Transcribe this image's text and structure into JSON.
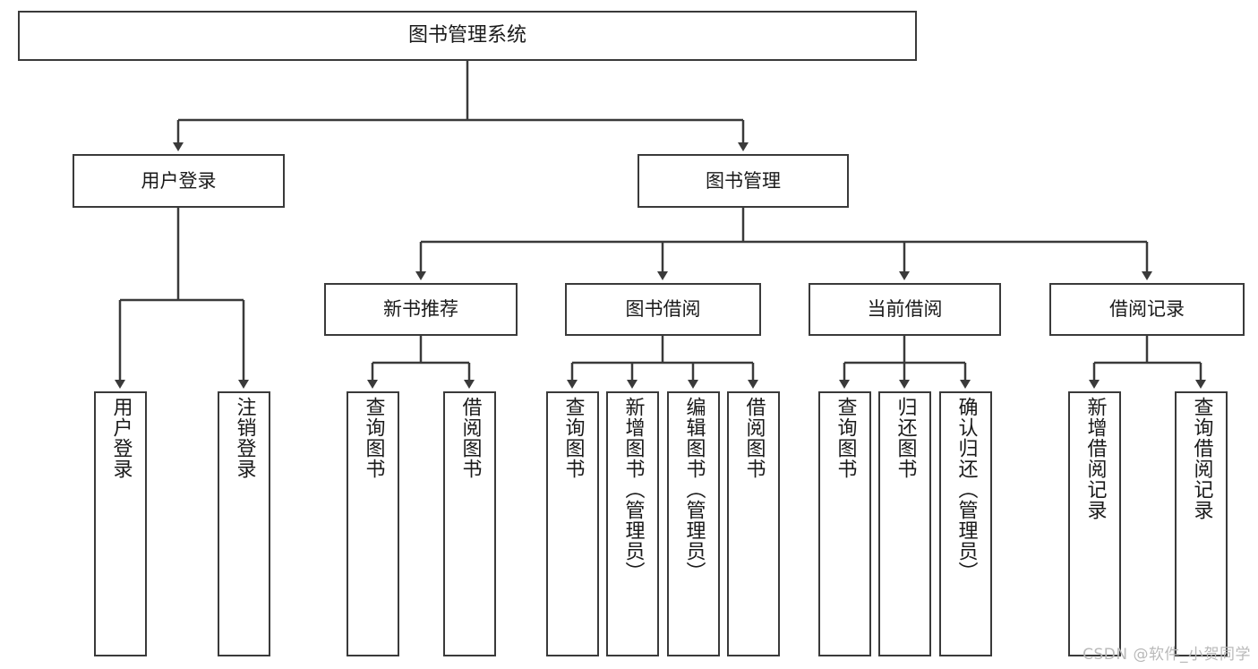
{
  "diagram": {
    "type": "tree-hierarchy",
    "title": "图书管理系统",
    "root": {
      "label": "图书管理系统"
    },
    "level2": [
      {
        "label": "用户登录"
      },
      {
        "label": "图书管理"
      }
    ],
    "level3": [
      {
        "label": "新书推荐"
      },
      {
        "label": "图书借阅"
      },
      {
        "label": "当前借阅"
      },
      {
        "label": "借阅记录"
      }
    ],
    "leaves": [
      {
        "label": "用户登录"
      },
      {
        "label": "注销登录"
      },
      {
        "label": "查询图书"
      },
      {
        "label": "借阅图书"
      },
      {
        "label": "查询图书"
      },
      {
        "label": "新增图书（管理员）"
      },
      {
        "label": "编辑图书（管理员）"
      },
      {
        "label": "借阅图书"
      },
      {
        "label": "查询图书"
      },
      {
        "label": "归还图书"
      },
      {
        "label": "确认归还（管理员）"
      },
      {
        "label": "新增借阅记录"
      },
      {
        "label": "查询借阅记录"
      }
    ],
    "groups": [
      {
        "parent": "用户登录",
        "children": [
          "用户登录",
          "注销登录"
        ]
      },
      {
        "parent": "新书推荐",
        "children": [
          "查询图书",
          "借阅图书"
        ]
      },
      {
        "parent": "图书借阅",
        "children": [
          "查询图书",
          "新增图书（管理员）",
          "编辑图书（管理员）",
          "借阅图书"
        ]
      },
      {
        "parent": "当前借阅",
        "children": [
          "查询图书",
          "归还图书",
          "确认归还（管理员）"
        ]
      },
      {
        "parent": "借阅记录",
        "children": [
          "新增借阅记录",
          "查询借阅记录"
        ]
      }
    ],
    "colors": {
      "stroke": "#3a3a3a",
      "fill": "#ffffff",
      "text": "#1a1a1a",
      "watermark": "#b9b9b9"
    }
  },
  "watermark": {
    "text": "CSDN @软件_小贺同学"
  }
}
